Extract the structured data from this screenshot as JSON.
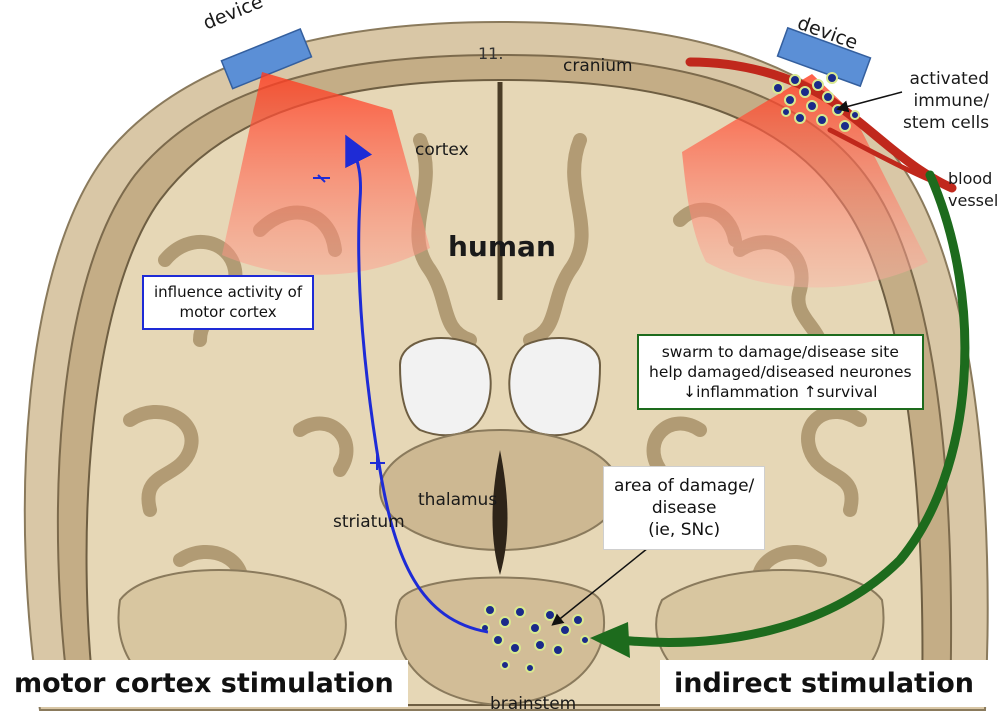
{
  "labels": {
    "device_left": "device",
    "device_right": "device",
    "cranium": "cranium",
    "cortex": "cortex",
    "human": "human",
    "activated": [
      "activated",
      "immune/",
      "stem cells"
    ],
    "blood_vessel": [
      "blood",
      "vessel"
    ],
    "striatum": "striatum",
    "thalamus": "thalamus",
    "brainstem": "brainstem",
    "plate_number": "11."
  },
  "boxes": {
    "motor_influence": [
      "influence activity of",
      "motor cortex"
    ],
    "swarm": [
      "swarm to damage/disease site",
      "help damaged/diseased neurones",
      "↓inflammation ↑survival"
    ],
    "damage_area": [
      "area of damage/",
      "disease",
      "(ie, SNc)"
    ]
  },
  "titles": {
    "left": "motor cortex stimulation",
    "right": "indirect stimulation"
  },
  "colors": {
    "blue_pathway": "#1e2bd6",
    "green_pathway": "#1d6b1d",
    "stimulation_field": "#ff6040",
    "device": "#5b8fd6",
    "brain_tissue": "#c9b48c",
    "cranium": "#d9c7a6"
  }
}
